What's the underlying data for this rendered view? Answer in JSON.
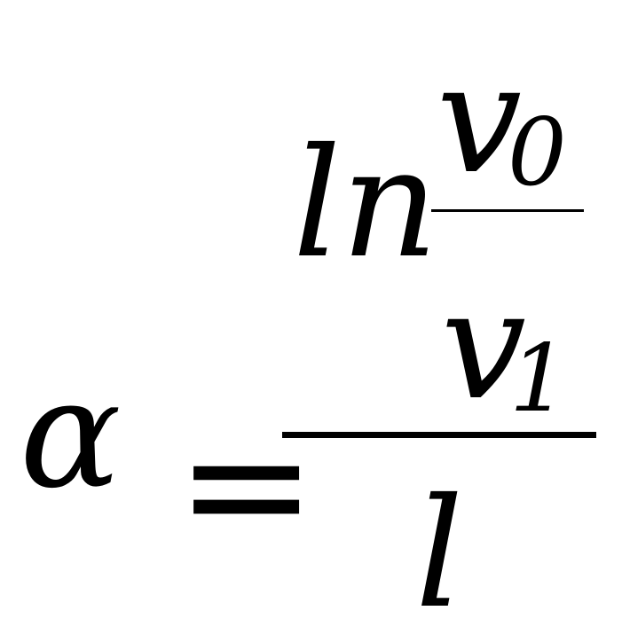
{
  "formula": {
    "lhs": "α",
    "equals": "=",
    "log_function": "ln",
    "numerator_symbol": "v",
    "numerator_subscript": "0",
    "denominator_symbol": "v",
    "denominator_subscript": "1",
    "divisor": "l"
  }
}
